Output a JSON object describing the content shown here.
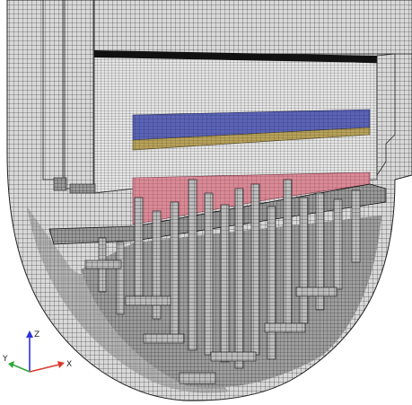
{
  "scene": {
    "mesh_colors": {
      "background": "#ffffff",
      "mesh_fill": "#d9d9d9",
      "mesh_shadow": "#8a8a8a",
      "mesh_line": "#1a1a1a",
      "cut_face": "#eeeeee",
      "layer_blue": "#5a63b5",
      "layer_gold": "#b8a25a",
      "layer_red": "#d88a96"
    }
  },
  "triad": {
    "z_label": "Z",
    "y_label": "Y",
    "x_label": "X",
    "colors": {
      "z": "#2d33d8",
      "x": "#d83a2d",
      "y": "#2da83a"
    }
  }
}
